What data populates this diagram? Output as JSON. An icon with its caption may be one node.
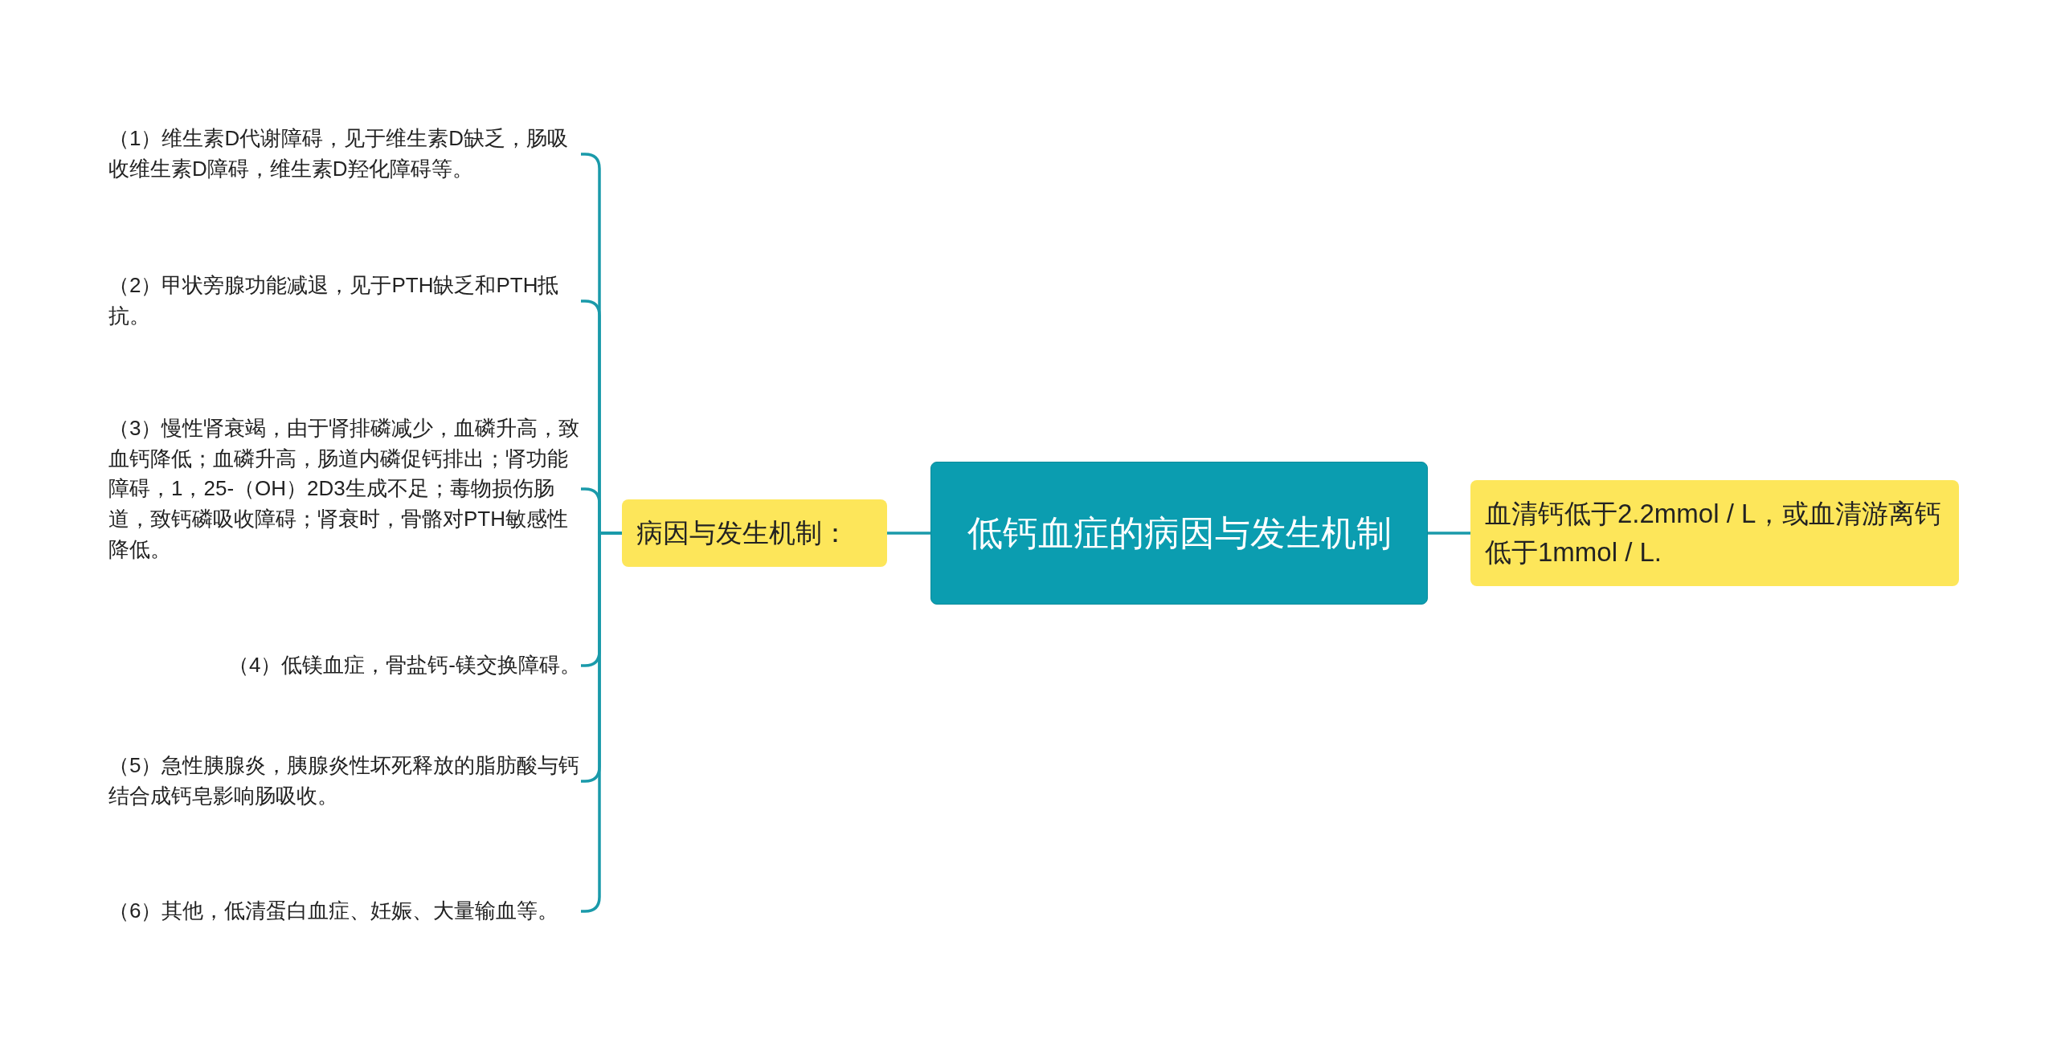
{
  "diagram": {
    "nodes": [
      {
        "text": [
          "低钙血症的病因与发生机制"
        ]
      },
      {
        "text": [
          "病因与发生机制："
        ]
      },
      {
        "text": [
          "（1）维生素D代谢障碍，见于维生素D缺乏，肠吸收维生素D障碍，维生素D羟化障碍等。"
        ]
      },
      {
        "text": [
          "（2）甲状旁腺功能减退，见于PTH缺乏和PTH抵抗。"
        ]
      },
      {
        "text": [
          "（3）慢性肾衰竭，由于肾排磷减少，血磷升高，致血钙降低；血磷升高，肠道内磷促钙排出；肾功能障碍，1，25-（OH）2D3生成不足；毒物损伤肠道，致钙磷吸收障碍；肾衰时，骨骼对PTH敏感性降低。"
        ]
      },
      {
        "text": [
          "（4）低镁血症，骨盐钙-镁交换障碍。"
        ]
      },
      {
        "text": [
          "（5）急性胰腺炎，胰腺炎性坏死释放的脂肪酸与钙结合成钙皂影响肠吸收。"
        ]
      },
      {
        "text": [
          "（6）其他，低清蛋白血症、妊娠、大量输血等。"
        ]
      },
      {
        "text": [
          "血清钙低于2.2mmol / L，或血清游离钙低于1mmol / L."
        ]
      }
    ],
    "edges": [
      {
        "from": 0,
        "to": 1,
        "arrow": "none"
      },
      {
        "from": 1,
        "to": 2,
        "arrow": "none"
      },
      {
        "from": 1,
        "to": 3,
        "arrow": "none"
      },
      {
        "from": 1,
        "to": 4,
        "arrow": "none"
      },
      {
        "from": 1,
        "to": 5,
        "arrow": "none"
      },
      {
        "from": 1,
        "to": 6,
        "arrow": "none"
      },
      {
        "from": 1,
        "to": 7,
        "arrow": "none"
      },
      {
        "from": 0,
        "to": 8,
        "arrow": "none"
      }
    ]
  }
}
